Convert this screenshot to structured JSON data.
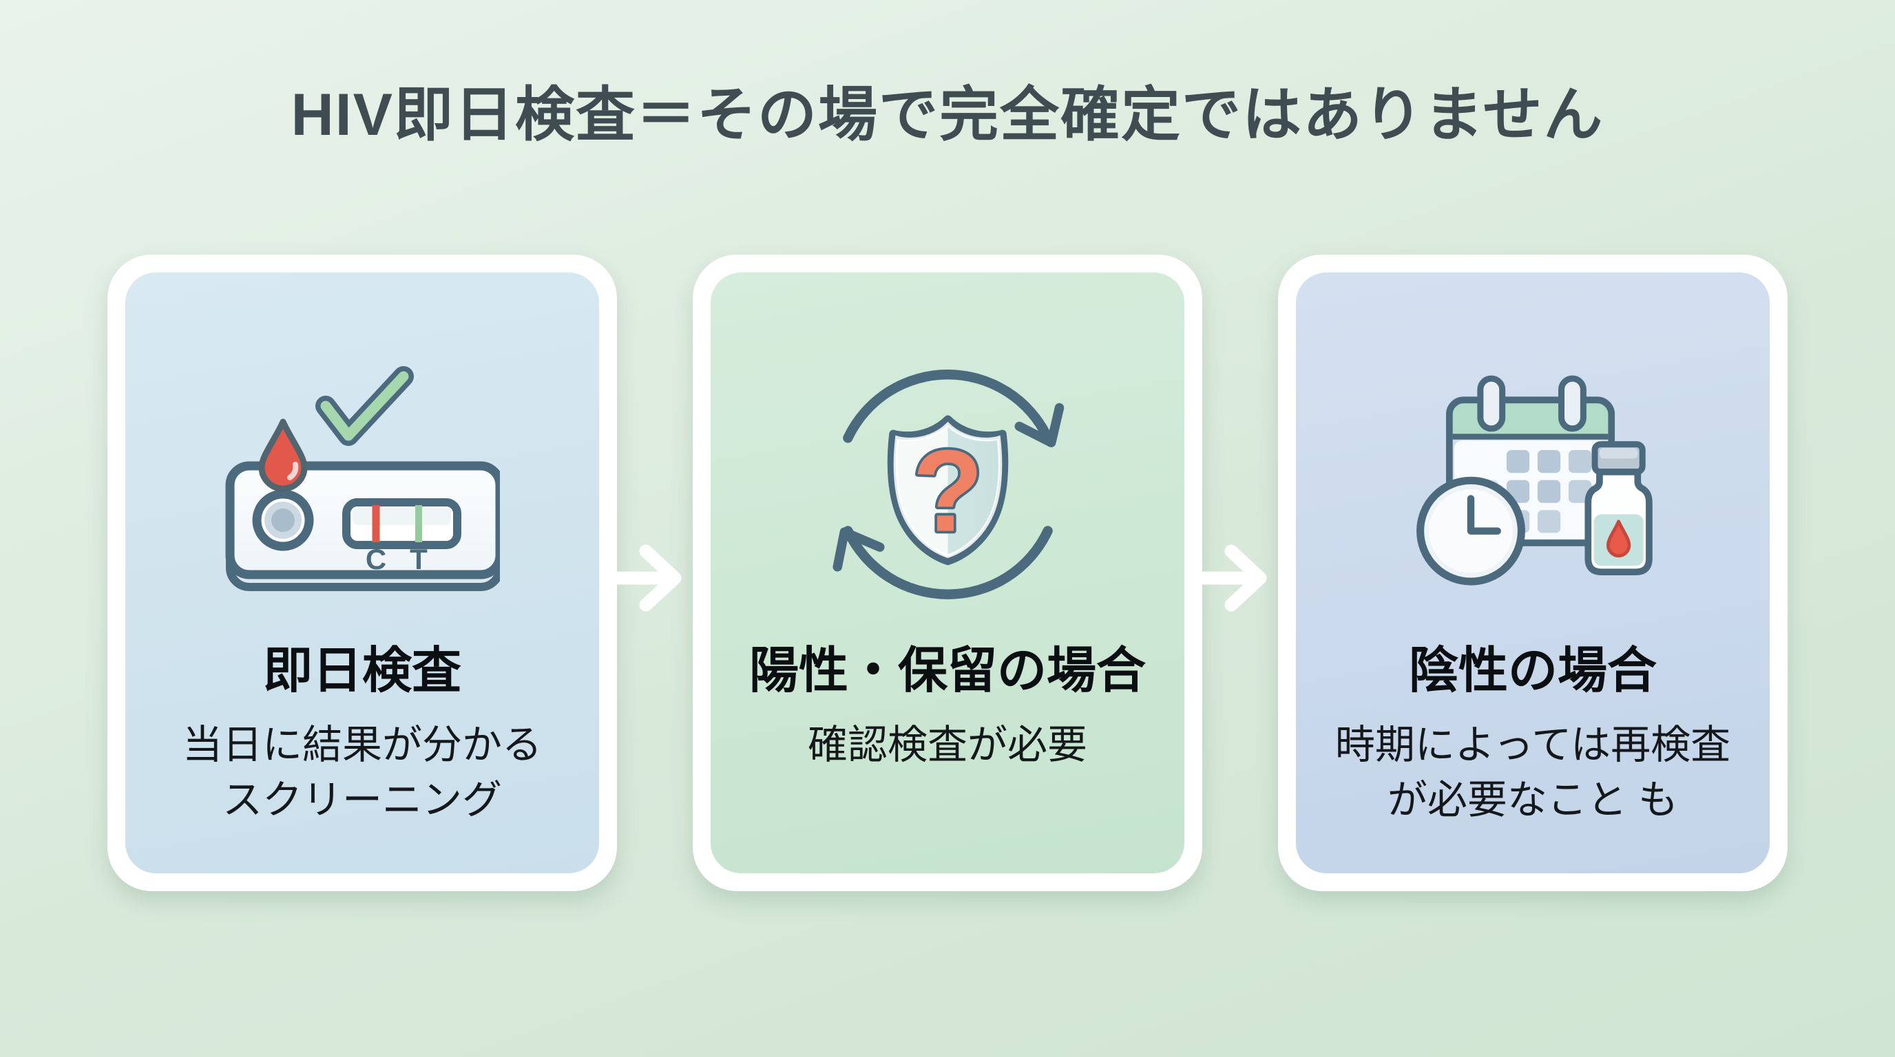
{
  "title": "HIV即日検査＝その場で完全確定ではありません",
  "cards": [
    {
      "id": "same-day-test",
      "icon": "rapid-test-cassette-with-blood-drop-and-checkmark",
      "heading": "即日検査",
      "body": "当日に結果が分かる\nスクリーニング",
      "bg": "linear-gradient(170deg,#d8e9f1 0%,#c9dfeb 100%)"
    },
    {
      "id": "positive-or-pending",
      "icon": "shield-question-with-cycle-arrows",
      "heading": "陽性・保留の場合",
      "body": "確認検査が必要",
      "bg": "linear-gradient(170deg,#d6ecdc 0%,#c5e4cf 100%)"
    },
    {
      "id": "negative",
      "icon": "calendar-clock-and-blood-vial",
      "heading": "陰性の場合",
      "body": "時期によっては再検査\nが必要なこと も",
      "bg": "linear-gradient(170deg,#d3e0f0 0%,#c3d4e8 100%)"
    }
  ],
  "test_device_labels": {
    "control_line": "C",
    "test_line": "T"
  },
  "colors": {
    "background": "linear-gradient(160deg,#e9f3ea 0%,#d8e9da 55%,#d0e5d3 100%)",
    "outline_slate": "#4c6a7e",
    "title_text": "#3f4d52",
    "heading_text": "#0c0f12",
    "body_text": "#15181b",
    "blood_red": "#e2584b",
    "check_green": "#a6d7ad",
    "question_coral": "#ef8165",
    "result_red_line": "#e0584a",
    "result_green_line": "#95cb9e",
    "calendar_header_green": "#b2dcc7",
    "card_border_white": "#ffffff",
    "arrow_white": "#ffffff"
  }
}
